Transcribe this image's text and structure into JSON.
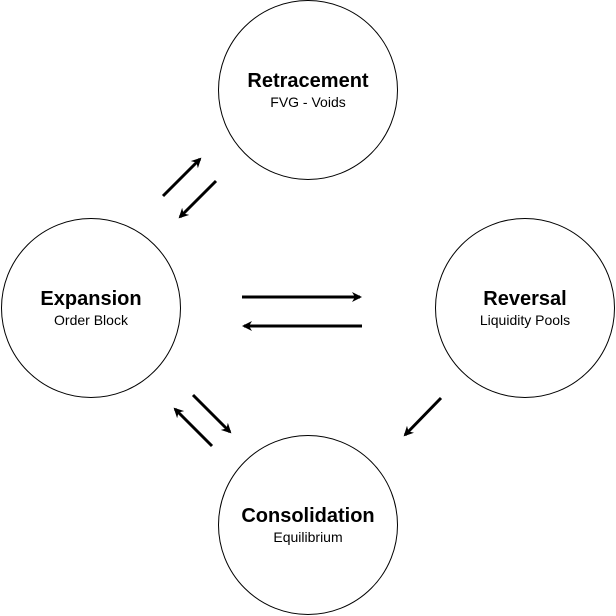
{
  "nodes": {
    "retracement": {
      "title": "Retracement",
      "subtitle": "FVG - Voids"
    },
    "expansion": {
      "title": "Expansion",
      "subtitle": "Order Block"
    },
    "reversal": {
      "title": "Reversal",
      "subtitle": "Liquidity Pools"
    },
    "consolidation": {
      "title": "Consolidation",
      "subtitle": "Equilibrium"
    }
  },
  "edges": [
    {
      "from": "expansion",
      "to": "retracement"
    },
    {
      "from": "retracement",
      "to": "expansion"
    },
    {
      "from": "expansion",
      "to": "reversal"
    },
    {
      "from": "reversal",
      "to": "expansion"
    },
    {
      "from": "reversal",
      "to": "consolidation"
    },
    {
      "from": "expansion",
      "to": "consolidation"
    },
    {
      "from": "consolidation",
      "to": "expansion"
    }
  ],
  "colors": {
    "stroke": "#000000",
    "background": "#ffffff"
  }
}
